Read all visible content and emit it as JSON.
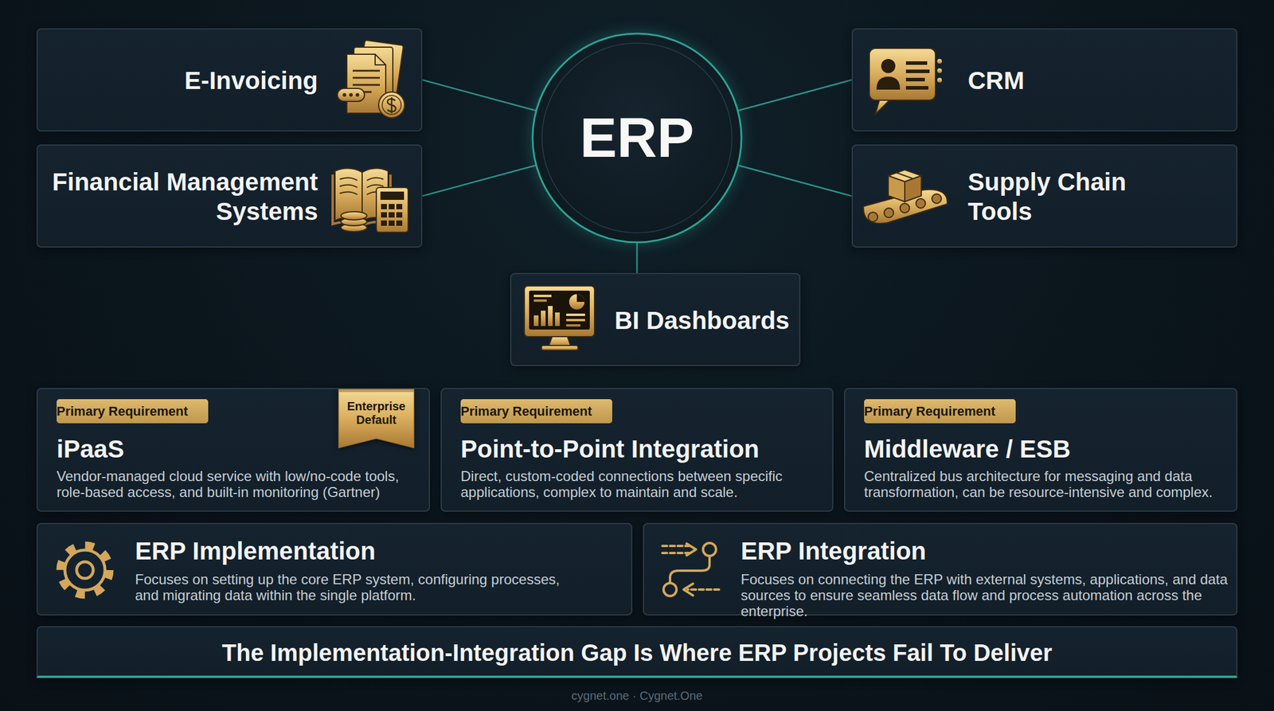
{
  "diagram": {
    "nodes": [
      {
        "text": [
          "E-Invoicing"
        ]
      },
      {
        "text": [
          "ERP"
        ]
      },
      {
        "text": [
          "CRM"
        ]
      },
      {
        "text": [
          "Financial Management Systems"
        ]
      },
      {
        "text": [
          "Supply Chain Tools"
        ]
      },
      {
        "text": [
          "BI Dashboards"
        ]
      },
      {
        "text": [
          "iPaaS",
          "Vendor-managed cloud service with low/no-code tools, role-based access, and built-in monitoring (Gartner)"
        ]
      },
      {
        "text": [
          "Primary Requirement"
        ],
        "in": 6
      },
      {
        "text": [
          "Enterprise Default"
        ],
        "in": 6
      },
      {
        "text": [
          "Point-to-Point Integration",
          "Direct, custom-coded connections between specific applications, complex to maintain and scale."
        ]
      },
      {
        "text": [
          "Primary Requirement"
        ],
        "in": 9
      },
      {
        "text": [
          "Middleware / ESB",
          "Centralized bus architecture for messaging and data transformation, can be resource-intensive and complex."
        ]
      },
      {
        "text": [
          "Primary Requirement"
        ],
        "in": 11
      },
      {
        "text": [
          "ERP Implementation",
          "Focuses on setting up the core ERP system, configuring processes, and migrating data within the single platform."
        ]
      },
      {
        "text": [
          "ERP Integration",
          "Focuses on connecting the ERP with external systems, applications, and data sources to ensure seamless data flow and process automation across the enterprise."
        ]
      },
      {
        "text": [
          "The Implementation-Integration Gap Is Where ERP Projects Fail To Deliver"
        ]
      }
    ],
    "edges": [
      {
        "from": 1,
        "to": 0,
        "arrow": "none"
      },
      {
        "from": 1,
        "to": 2,
        "arrow": "none"
      },
      {
        "from": 1,
        "to": 3,
        "arrow": "none"
      },
      {
        "from": 1,
        "to": 4,
        "arrow": "none"
      },
      {
        "from": 1,
        "to": 5,
        "arrow": "none"
      }
    ],
    "labels": [
      "cygnet.one · Cygnet.One"
    ]
  }
}
